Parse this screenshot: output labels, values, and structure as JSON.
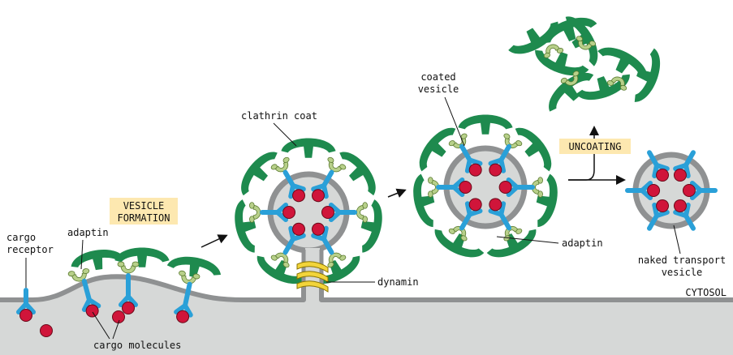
{
  "labels": {
    "cargo_receptor_line1": "cargo",
    "cargo_receptor_line2": "receptor",
    "adaptin_left": "adaptin",
    "cargo_molecules": "cargo molecules",
    "vesicle_formation_line1": "VESICLE",
    "vesicle_formation_line2": "FORMATION",
    "clathrin_coat": "clathrin coat",
    "dynamin": "dynamin",
    "coated_vesicle_line1": "coated",
    "coated_vesicle_line2": "vesicle",
    "adaptin_right": "adaptin",
    "uncoating": "UNCOATING",
    "naked_line1": "naked transport",
    "naked_line2": "vesicle",
    "cytosol": "CYTOSOL"
  },
  "colors": {
    "clathrin": "#1e8a4e",
    "adaptin": "#b8d08a",
    "receptor": "#2aa0d8",
    "cargo": "#d0153a",
    "membrane": "#8f9192",
    "lumen": "#d6d8d7",
    "dynamin": "#f2d43a",
    "label_box": "#fde8b0"
  },
  "icons": [
    "arrow-icon"
  ]
}
